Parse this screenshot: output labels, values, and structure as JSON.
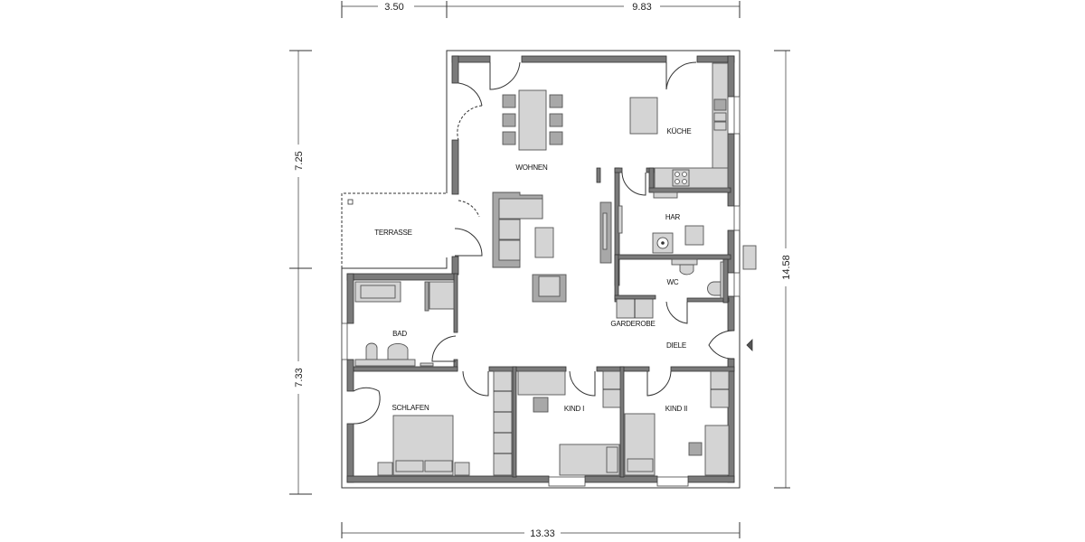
{
  "floor_plan": {
    "dimensions": {
      "top_left": "3.50",
      "top_right": "9.83",
      "left_upper": "7.25",
      "left_lower": "7.33",
      "right_total": "14.58",
      "bottom_total": "13.33"
    },
    "rooms": {
      "wohnen": "WOHNEN",
      "kueche": "KÜCHE",
      "terrasse": "TERRASSE",
      "har": "HAR",
      "wc": "WC",
      "bad": "BAD",
      "garderobe": "GARDEROBE",
      "diele": "DIELE",
      "schlafen": "SCHLAFEN",
      "kind1": "KIND I",
      "kind2": "KIND II"
    },
    "colors": {
      "wall": "#7a7a7a",
      "furniture": "#d4d4d4",
      "furniture_dark": "#a8a8a8",
      "background": "#ffffff"
    }
  }
}
